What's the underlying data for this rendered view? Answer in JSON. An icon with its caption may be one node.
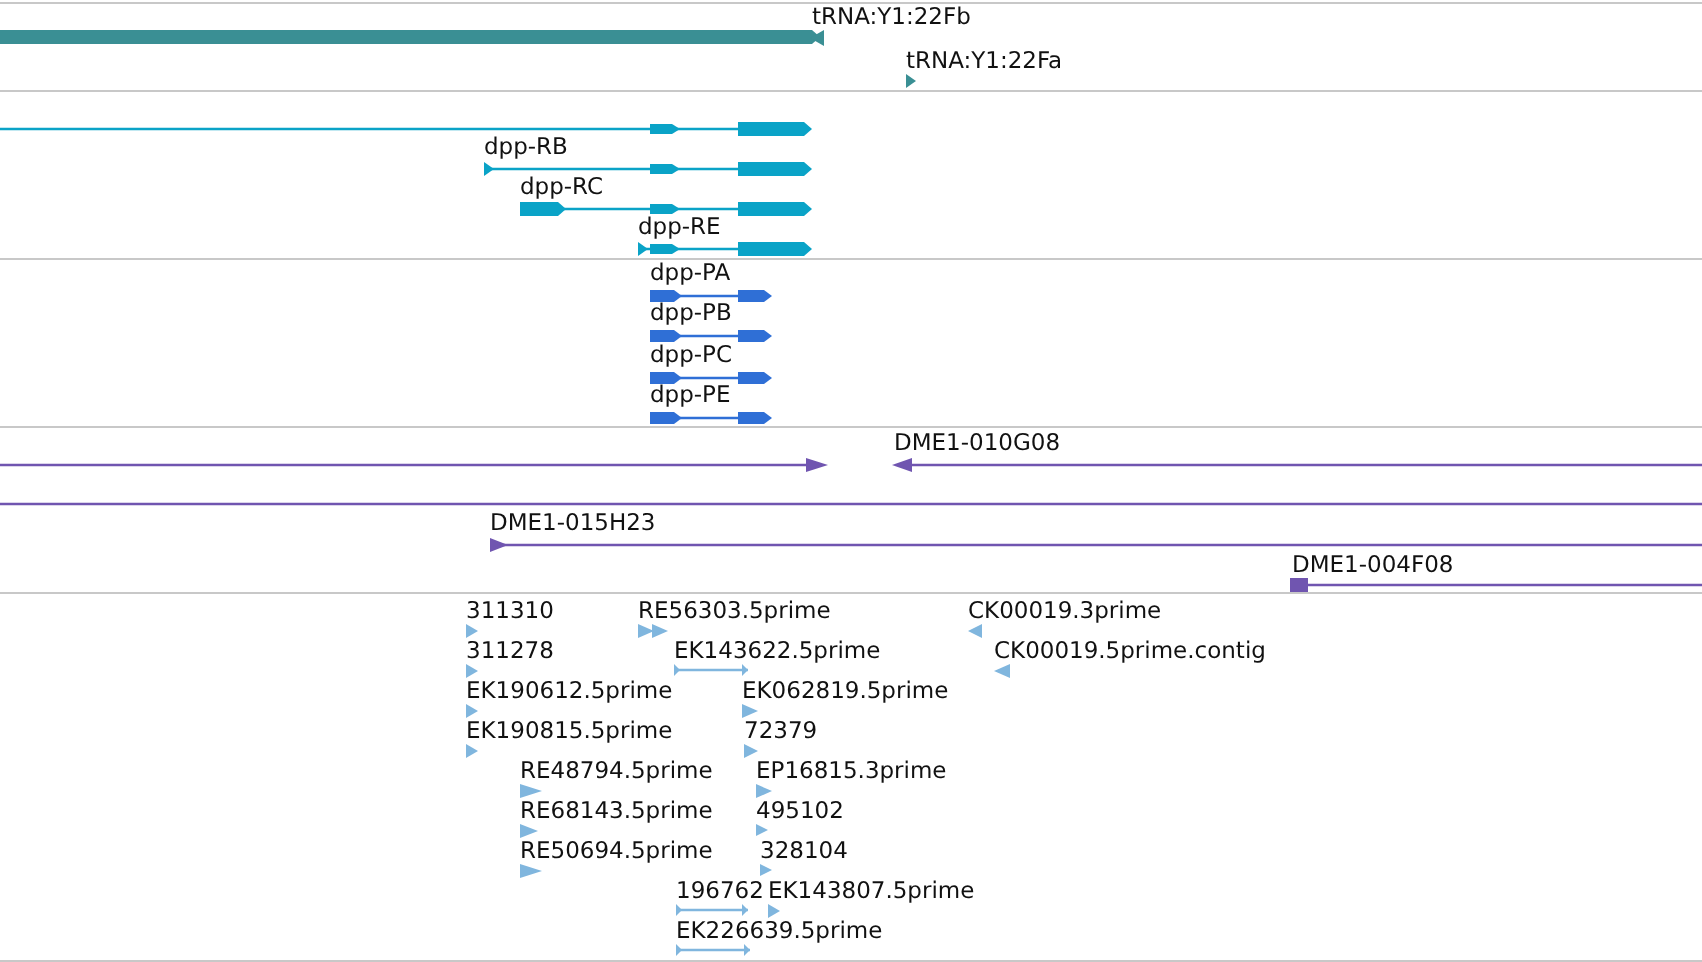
{
  "diagram": {
    "nodes": [
      {
        "text": [],
        "shape": "bar"
      },
      {
        "text": [
          "tRNA:Y1:22Fb"
        ]
      },
      {
        "text": [
          "tRNA:Y1:22Fa"
        ]
      },
      {
        "text": [],
        "shape": "bar"
      },
      {
        "text": [
          "dpp-RB"
        ]
      },
      {
        "text": [
          "dpp-RC"
        ]
      },
      {
        "text": [
          "dpp-RE"
        ]
      },
      {
        "text": [
          "dpp-PA"
        ]
      },
      {
        "text": [
          "dpp-PB"
        ]
      },
      {
        "text": [
          "dpp-PC"
        ]
      },
      {
        "text": [
          "dpp-PE"
        ]
      },
      {
        "text": [],
        "shape": "bar"
      },
      {
        "text": [
          "DME1-010G08"
        ]
      },
      {
        "text": [],
        "shape": "bar"
      },
      {
        "text": [
          "DME1-015H23"
        ]
      },
      {
        "text": [
          "DME1-004F08"
        ]
      },
      {
        "text": [
          "311310"
        ]
      },
      {
        "text": [
          "RE56303.5prime"
        ]
      },
      {
        "text": [
          "CK00019.3prime"
        ]
      },
      {
        "text": [
          "311278"
        ]
      },
      {
        "text": [
          "EK143622.5prime"
        ]
      },
      {
        "text": [
          "CK00019.5prime.contig"
        ]
      },
      {
        "text": [
          "EK190612.5prime"
        ]
      },
      {
        "text": [
          "EK062819.5prime"
        ]
      },
      {
        "text": [
          "EK190815.5prime"
        ]
      },
      {
        "text": [
          "72379"
        ]
      },
      {
        "text": [
          "RE48794.5prime"
        ]
      },
      {
        "text": [
          "EP16815.3prime"
        ]
      },
      {
        "text": [
          "RE68143.5prime"
        ]
      },
      {
        "text": [
          "495102"
        ]
      },
      {
        "text": [
          "RE50694.5prime"
        ]
      },
      {
        "text": [
          "328104"
        ]
      },
      {
        "text": [
          "196762"
        ]
      },
      {
        "text": [
          "EK143807.5prime"
        ]
      },
      {
        "text": [
          "EK226639.5prime"
        ]
      }
    ]
  }
}
